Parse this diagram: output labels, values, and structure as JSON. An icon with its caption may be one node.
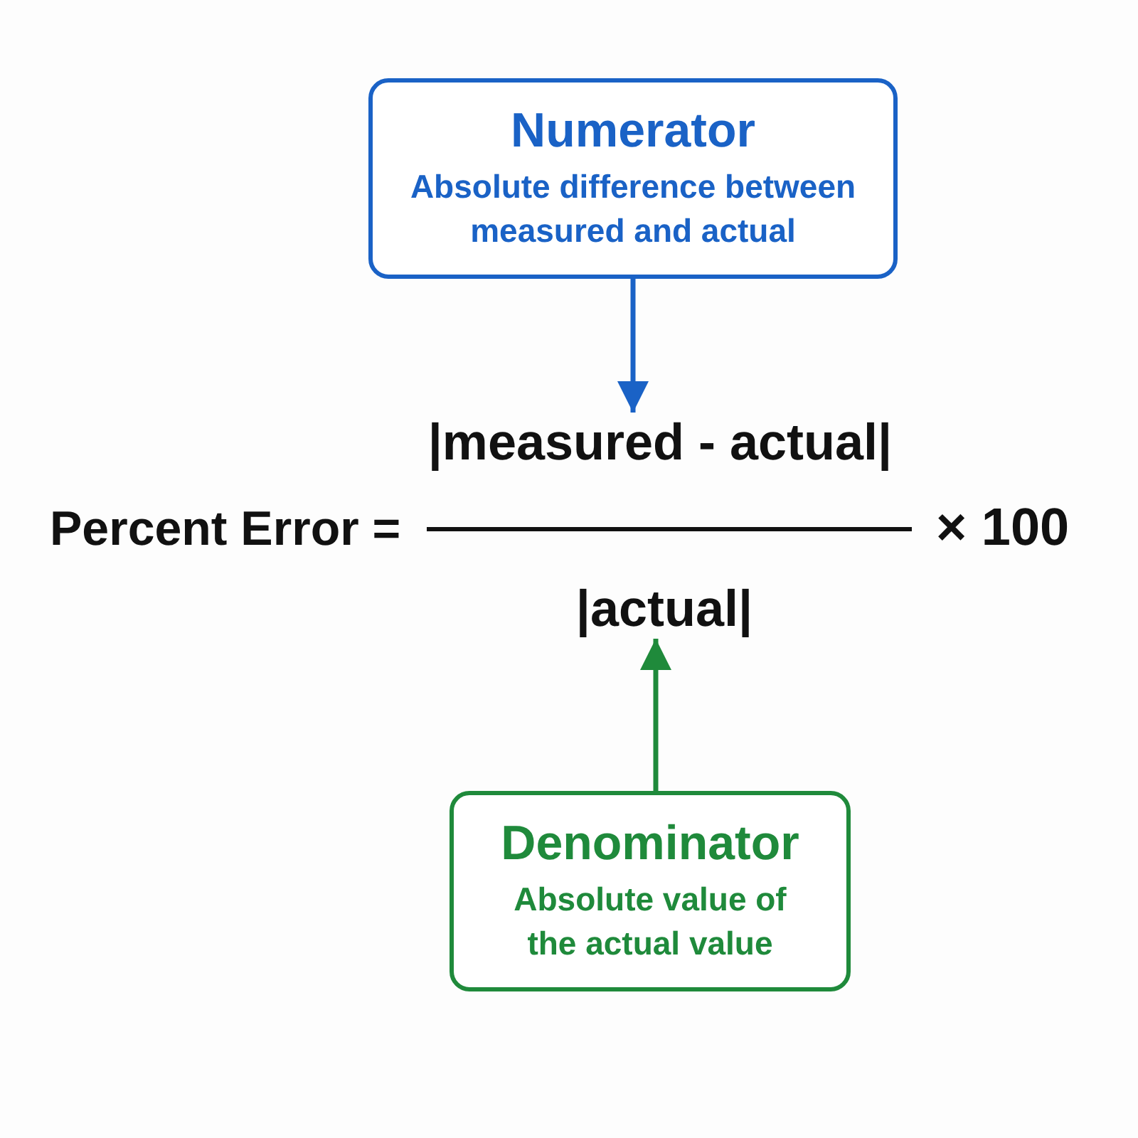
{
  "diagram": {
    "nodes": [
      {
        "text": [
          "Numerator",
          "Absolute difference between measured and actual"
        ]
      },
      {
        "text": [
          "|measured - actual|"
        ]
      },
      {
        "text": [
          "|actual|"
        ]
      },
      {
        "text": [
          "Denominator",
          "Absolute value of the actual value"
        ]
      }
    ],
    "edges": [
      {
        "from": 0,
        "to": 1,
        "arrow": "to",
        "color": "#1a62c6"
      },
      {
        "from": 3,
        "to": 2,
        "arrow": "to",
        "color": "#1f8a3b"
      }
    ],
    "labels": [
      "Percent Error =",
      "× 100"
    ]
  }
}
